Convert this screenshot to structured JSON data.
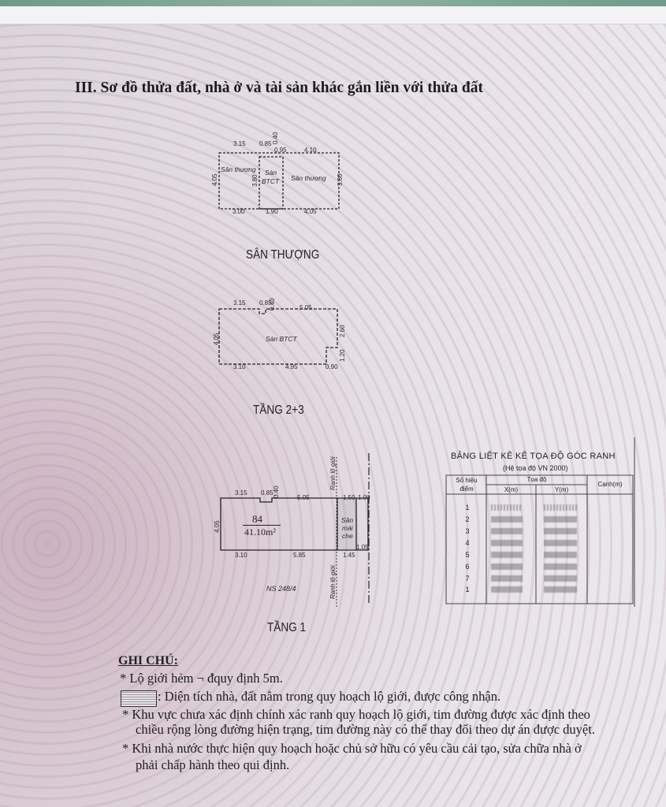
{
  "title": "III. Sơ đồ thửa đất, nhà ở và tài sản khác gắn liền với thửa đất",
  "diagrams": {
    "rooftop": {
      "caption": "SÂN THƯỢNG",
      "dims": {
        "top_left": "3.15",
        "top_small": "0.85",
        "top_vert": "0.40",
        "top_inner": "0.95",
        "top_right": "4.10",
        "left": "4.05",
        "inner_height": "3.80",
        "right": "3.80",
        "bottom_left": "3.00",
        "bottom_mid": "1.90",
        "bottom_right": "4.05"
      },
      "labels": {
        "left_area": "Sân thượng",
        "mid_area_1": "Sàn",
        "mid_area_2": "BTCT",
        "right_area": "Sân thượng"
      }
    },
    "floor23": {
      "caption": "TẦNG 2+3",
      "dims": {
        "top_left": "3.15",
        "top_small": "0.85",
        "top_vert": "0.40",
        "top_right": "5.05",
        "left": "4.05",
        "right_upper": "2.60",
        "right_lower": "1.20",
        "bottom_left": "3.10",
        "bottom_mid": "4.95",
        "bottom_right": "0.90"
      },
      "labels": {
        "area": "Sàn BTCT"
      }
    },
    "floor1": {
      "caption": "TẦNG 1",
      "parcel_number": "84",
      "area": "41.10m²",
      "street": "NS 248/4",
      "boundary_label": "Ranh lộ giới",
      "dims": {
        "top_left": "3.15",
        "top_small": "0.85",
        "top_vert": "0.40",
        "top_mid": "5.05",
        "top_r1": "1.50",
        "top_r2": "1.00",
        "left": "4.05",
        "right": "1.05",
        "bottom_left": "3.10",
        "bottom_mid": "5.85",
        "bottom_right": "1.45"
      },
      "labels": {
        "canopy_1": "Sân",
        "canopy_2": "mái",
        "canopy_3": "che"
      }
    }
  },
  "coord_table": {
    "title": "BẢNG LIỆT KÊ KÊ TỌA ĐỘ GÓC RANH",
    "subtitle": "(Hệ tọa độ VN 2000)",
    "headers": {
      "point": "Số hiệu",
      "point2": "điểm",
      "coords": "Tọa độ",
      "x": "X(m)",
      "y": "Y(m)",
      "edge": "Cạnh(m)"
    },
    "rows": [
      "1",
      "2",
      "3",
      "4",
      "5",
      "6",
      "7",
      "1"
    ]
  },
  "notes": {
    "heading": "GHI CHÚ:",
    "lines": [
      "* Lộ giới hẻm ¬ ᵭquy định 5m.",
      ": Diện tích nhà, đất nằm trong quy hoạch lộ giới, được công nhận.",
      "* Khu vực chưa xác định chính xác ranh quy hoạch lộ giới, tim đường được xác định theo",
      "chiều rộng lòng đường hiện trạng, tim đường này có thể thay đổi theo dự án được duyệt.",
      "* Khi nhà nước thực hiện quy hoạch hoặc chủ sở hữu có yêu cầu cải tạo, sửa chữa nhà ở",
      "phải chấp hành theo qui định."
    ]
  }
}
